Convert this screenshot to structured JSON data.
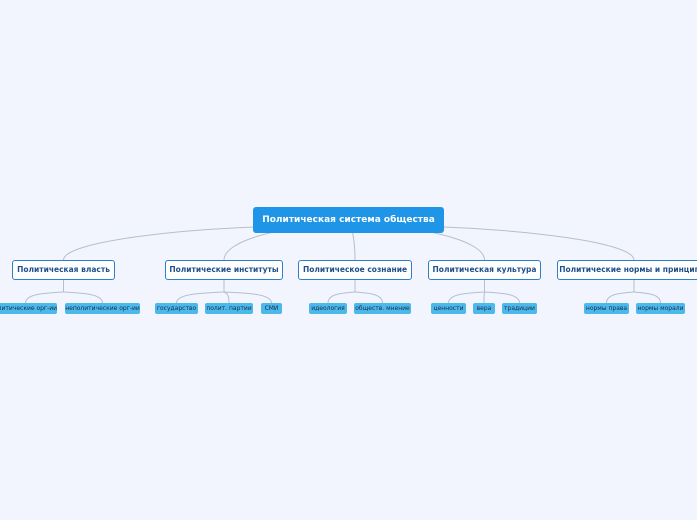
{
  "diagram": {
    "root": "Политическая система общества",
    "branches": [
      {
        "label": "Политическая власть",
        "children": [
          "олитические орг-ии",
          "неполитические орг-ии"
        ]
      },
      {
        "label": "Политические институты",
        "children": [
          "государство",
          "полит. партии",
          "СМИ"
        ]
      },
      {
        "label": "Политическое сознание",
        "children": [
          "идеология",
          "обществ. мнение"
        ]
      },
      {
        "label": "Политическая культура",
        "children": [
          "ценности",
          "вера",
          "традиции"
        ]
      },
      {
        "label": "Политические нормы и принцип",
        "children": [
          "нормы права",
          "нормы морали"
        ]
      }
    ]
  },
  "colors": {
    "background": "#f2f5fe",
    "root_fill": "#1e95e6",
    "branch_border": "#2d7fc9",
    "leaf_fill": "#4db9ea",
    "connector": "#b4bfcc"
  }
}
